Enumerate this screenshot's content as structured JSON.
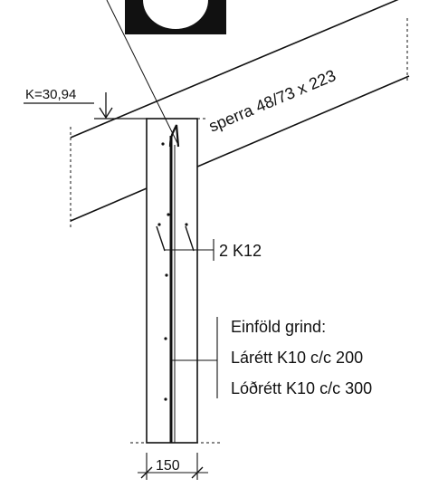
{
  "level_label": "K=30,94",
  "rafter_label": "sperra 48/73 x 223",
  "bar_label": "2 K12",
  "grid_title": "Einföld grind:",
  "grid_horizontal": "Lárétt K10 c/c 200",
  "grid_vertical": "Lóðrétt K10 c/c 300",
  "dimension_label": "150",
  "colors": {
    "ink": "#111111",
    "background": "#ffffff"
  }
}
